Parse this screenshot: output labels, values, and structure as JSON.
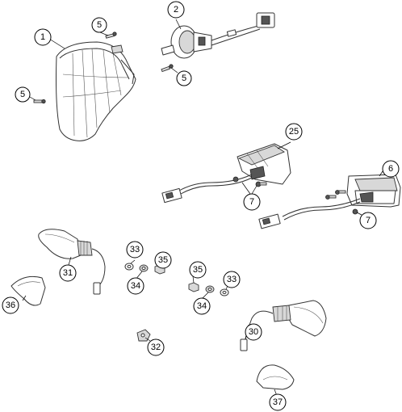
{
  "callouts": [
    {
      "id": "c1",
      "label": "1"
    },
    {
      "id": "c2",
      "label": "2"
    },
    {
      "id": "c5a",
      "label": "5"
    },
    {
      "id": "c5b",
      "label": "5"
    },
    {
      "id": "c5c",
      "label": "5"
    },
    {
      "id": "c25",
      "label": "25"
    },
    {
      "id": "c6",
      "label": "6"
    },
    {
      "id": "c7a",
      "label": "7"
    },
    {
      "id": "c7b",
      "label": "7"
    },
    {
      "id": "c31",
      "label": "31"
    },
    {
      "id": "c36",
      "label": "36"
    },
    {
      "id": "c33a",
      "label": "33"
    },
    {
      "id": "c34a",
      "label": "34"
    },
    {
      "id": "c35a",
      "label": "35"
    },
    {
      "id": "c35b",
      "label": "35"
    },
    {
      "id": "c33b",
      "label": "33"
    },
    {
      "id": "c34b",
      "label": "34"
    },
    {
      "id": "c30",
      "label": "30"
    },
    {
      "id": "c32",
      "label": "32"
    },
    {
      "id": "c37",
      "label": "37"
    }
  ]
}
